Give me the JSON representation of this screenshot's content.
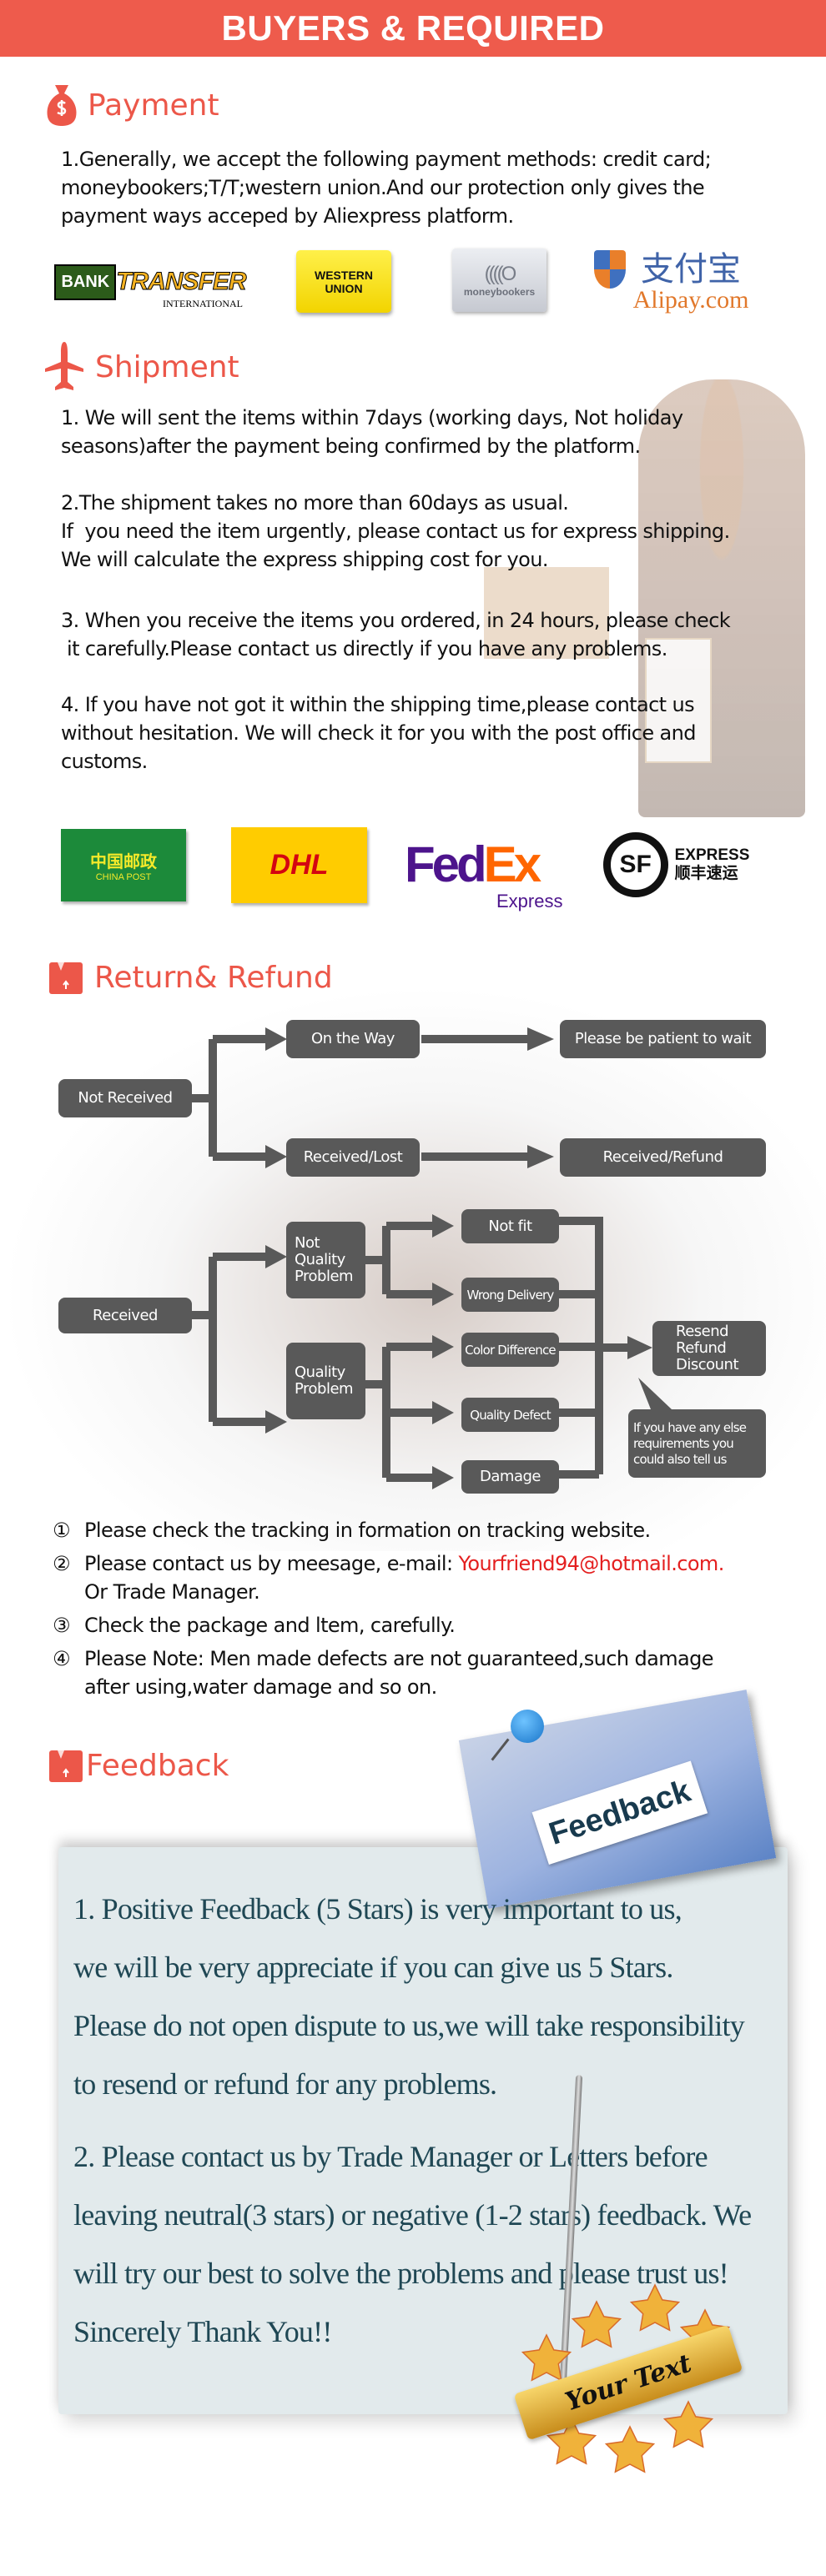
{
  "banner": {
    "title": "BUYERS & REQUIRED"
  },
  "colors": {
    "accent": "#ee5b4c",
    "section_title": "#ec5749",
    "flow_box": "#595959",
    "email": "#e41f1f",
    "feedback_text": "#1f4754"
  },
  "payment": {
    "title": "Payment",
    "icon": "money-bag-icon",
    "lines": [
      "1.Generally, we accept the following payment methods: credit card;",
      "moneybookers;T/T;western union.And our protection only gives the",
      "payment ways acceped by Aliexpress platform."
    ],
    "logos": {
      "bank_transfer": {
        "box": "BANK",
        "word": "TRANSFER",
        "sub": "INTERNATIONAL"
      },
      "western_union": {
        "line1": "WESTERN",
        "line2": "UNION"
      },
      "moneybookers": {
        "rings": "((((O",
        "name": "moneybookers"
      },
      "alipay": {
        "cn": "支付宝",
        "en": "Alipay.com"
      }
    }
  },
  "shipment": {
    "title": "Shipment",
    "icon": "airplane-icon",
    "paragraphs": [
      [
        "1. We will sent the items within 7days (working days, Not holiday",
        "seasons)after the payment being confirmed by the platform."
      ],
      [
        "2.The shipment takes no more than 60days as usual.",
        "If  you need the item urgently, please contact us for express shipping.",
        "We will calculate the express shipping cost for you."
      ],
      [
        "3. When you receive the items you ordered, in 24 hours, please check",
        " it carefully.Please contact us directly if you have any problems."
      ],
      [
        "4. If you have not got it within the shipping time,please contact us",
        "without hesitation. We will check it for you with the post office and",
        "customs."
      ]
    ],
    "carriers": {
      "china_post": {
        "cn": "中国邮政",
        "en": "CHINA POST"
      },
      "dhl": {
        "word": "DHL"
      },
      "fedex": {
        "fed": "Fed",
        "ex": "Ex",
        "sub": "Express"
      },
      "sf": {
        "mark": "SF",
        "en": "EXPRESS",
        "cn": "顺丰速运"
      }
    }
  },
  "refund": {
    "title": "Return& Refund",
    "icon": "package-icon",
    "flow": {
      "not_received": "Not Received",
      "on_the_way": "On the Way",
      "be_patient": "Please be patient to wait",
      "received_lost": "Received/Lost",
      "received_refund": "Received/Refund",
      "received": "Received",
      "not_quality": "Not\nQuality\nProblem",
      "quality": "Quality\nProblem",
      "not_fit": "Not fit",
      "wrong_delivery": "Wrong Delivery",
      "color_difference": "Color Difference",
      "quality_defect": "Quality Defect",
      "damage": "Damage",
      "resolution": "Resend\nRefund\nDiscount",
      "else_note": "If you have any else\nrequirements you\ncould also tell us"
    },
    "notes": [
      {
        "num": "①",
        "text": "Please check the tracking in formation on tracking website."
      },
      {
        "num": "②",
        "text": "Please contact us by meesage, e-mail: ",
        "email": "Yourfriend94@hotmail.com.",
        "text2": "Or Trade Manager."
      },
      {
        "num": "③",
        "text": "Check the package and ltem, carefully."
      },
      {
        "num": "④",
        "text": "Please Note: Men made defects  are not guaranteed,such damage",
        "text2": "after using,water damage and so on."
      }
    ]
  },
  "feedback": {
    "title": "Feedback",
    "icon": "package-icon",
    "sign": "Feedback",
    "lines": [
      "1. Positive Feedback (5 Stars) is very important to us,",
      "we will be very appreciate if you can give us 5 Stars.",
      "Please do not open dispute to us,we will take responsibility",
      "to resend or refund for any problems.",
      "2. Please contact us by Trade Manager or Letters before",
      "leaving neutral(3 stars) or negative (1-2 stars) feedback. We",
      "will try our best to solve the problems and please trust us!",
      "Sincerely Thank You!!"
    ],
    "badge_text": "Your Text"
  }
}
